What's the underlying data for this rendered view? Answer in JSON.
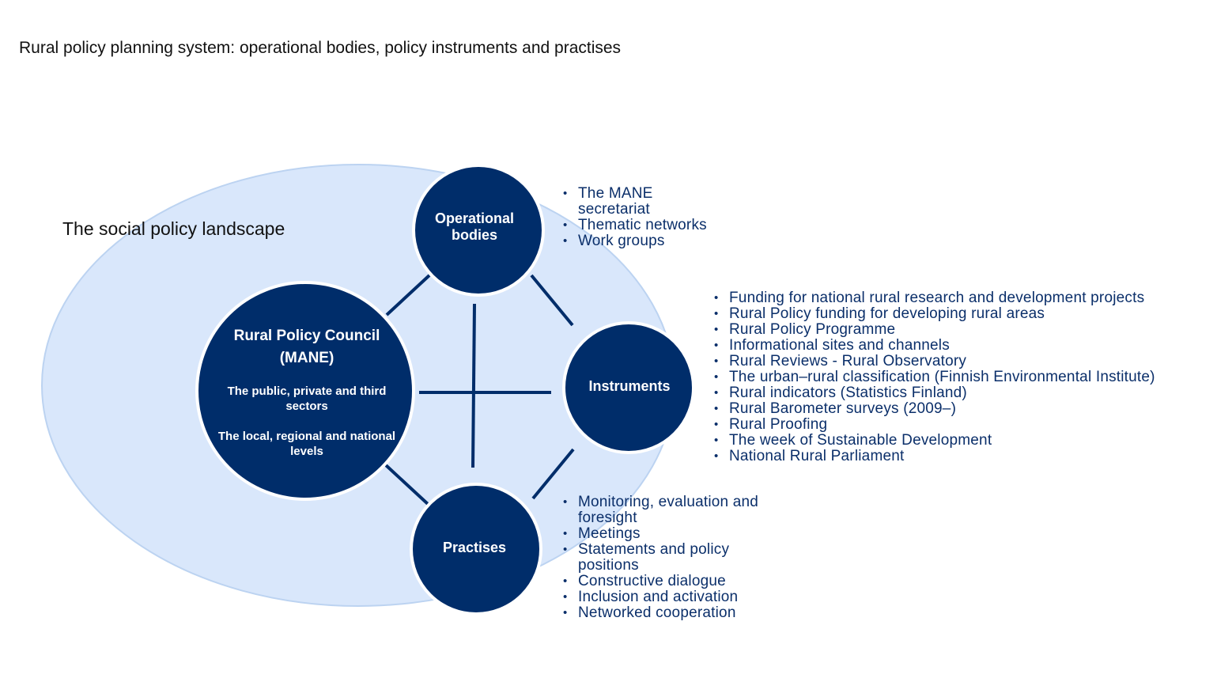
{
  "title": "Rural policy planning system: operational bodies, policy instruments and practises",
  "landscape": {
    "label": "The social policy landscape"
  },
  "nodes": {
    "operational_bodies": {
      "label": "Operational bodies"
    },
    "instruments": {
      "label": "Instruments"
    },
    "practises": {
      "label": "Practises"
    },
    "council": {
      "title_line1": "Rural Policy Council",
      "title_line2": "(MANE)",
      "sectors": "The public, private and third sectors",
      "levels": "The local, regional and national levels"
    }
  },
  "lists": {
    "operational_bodies": [
      "The MANE secretariat",
      "Thematic networks",
      "Work groups"
    ],
    "instruments": [
      "Funding for national rural research and development projects",
      "Rural Policy funding for developing rural areas",
      "Rural Policy Programme",
      "Informational sites and channels",
      "Rural Reviews - Rural Observatory",
      "The urban–rural classification (Finnish Environmental Institute)",
      "Rural indicators (Statistics Finland)",
      "Rural Barometer surveys (2009–)",
      "Rural Proofing",
      "The week of Sustainable Development",
      "National Rural Parliament"
    ],
    "practises": [
      "Monitoring, evaluation and foresight",
      "Meetings",
      "Statements and policy positions",
      "Constructive dialogue",
      "Inclusion and activation",
      "Networked cooperation"
    ]
  },
  "colors": {
    "node_fill": "#002d6a",
    "node_ring": "#ffffff",
    "landscape_fill": "#d9e7fb",
    "landscape_stroke": "#bcd3f1",
    "connector": "#002d6a",
    "bullet_text": "#0b2f6a"
  }
}
